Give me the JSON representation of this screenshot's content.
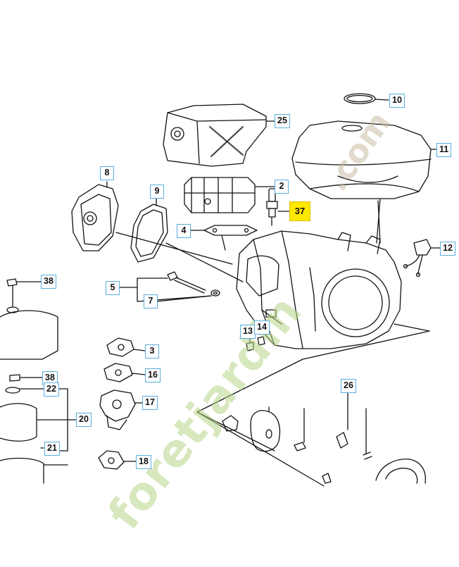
{
  "watermark": {
    "main": "foretjardin",
    "tail": ".com"
  },
  "callouts": [
    {
      "id": "10",
      "label": "10"
    },
    {
      "id": "25",
      "label": "25"
    },
    {
      "id": "11",
      "label": "11"
    },
    {
      "id": "8",
      "label": "8"
    },
    {
      "id": "9",
      "label": "9"
    },
    {
      "id": "2",
      "label": "2"
    },
    {
      "id": "37",
      "label": "37",
      "highlight": true
    },
    {
      "id": "4",
      "label": "4"
    },
    {
      "id": "12",
      "label": "12"
    },
    {
      "id": "38a",
      "label": "38"
    },
    {
      "id": "5",
      "label": "5"
    },
    {
      "id": "7",
      "label": "7"
    },
    {
      "id": "13",
      "label": "13"
    },
    {
      "id": "14",
      "label": "14"
    },
    {
      "id": "3",
      "label": "3"
    },
    {
      "id": "38b",
      "label": "38"
    },
    {
      "id": "22",
      "label": "22"
    },
    {
      "id": "16",
      "label": "16"
    },
    {
      "id": "26",
      "label": "26"
    },
    {
      "id": "17",
      "label": "17"
    },
    {
      "id": "20",
      "label": "20"
    },
    {
      "id": "21",
      "label": "21"
    },
    {
      "id": "18",
      "label": "18"
    }
  ]
}
